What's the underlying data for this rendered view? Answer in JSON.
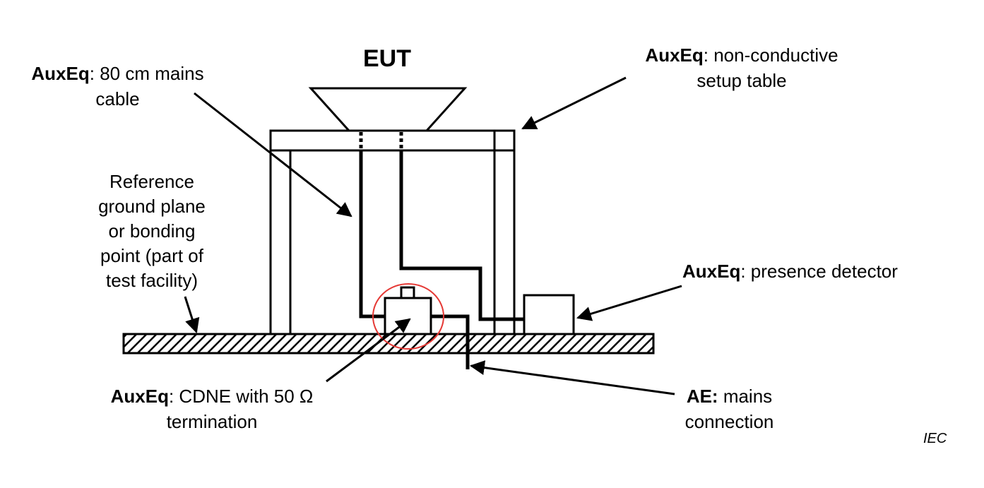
{
  "labels": {
    "eut": "EUT",
    "mains_cable": {
      "bold": "AuxEq",
      "rest": ": 80 cm mains",
      "line2": "cable"
    },
    "setup_table": {
      "bold": "AuxEq",
      "rest": ": non-conductive",
      "line2": "setup table"
    },
    "ground_plane": [
      "Reference",
      "ground plane",
      "or bonding",
      "point (part of",
      "test facility)"
    ],
    "presence_detector": {
      "bold": "AuxEq",
      "rest": ": presence detector"
    },
    "cdne": {
      "bold": "AuxEq",
      "rest": ": CDNE with 50 Ω",
      "line2": "termination"
    },
    "ae_mains": {
      "bold": "AE:",
      "rest": " mains",
      "line2": "connection"
    },
    "iec": "IEC"
  },
  "colors": {
    "ink": "#000000",
    "highlight": "#e53935"
  }
}
